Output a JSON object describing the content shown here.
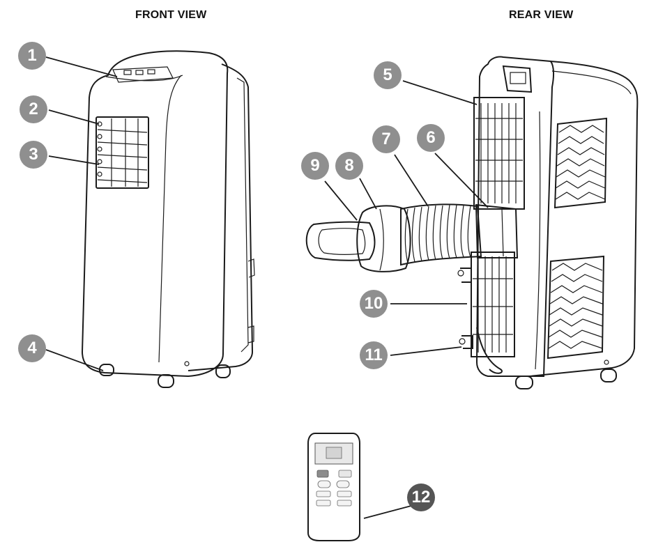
{
  "titles": {
    "front": "FRONT VIEW",
    "rear": "REAR VIEW"
  },
  "callouts": {
    "c1": "1",
    "c2": "2",
    "c3": "3",
    "c4": "4",
    "c5": "5",
    "c6": "6",
    "c7": "7",
    "c8": "8",
    "c9": "9",
    "c10": "10",
    "c11": "11",
    "c12": "12"
  },
  "colors": {
    "callout": "#8f8f8f",
    "callout_remote": "#555555",
    "line": "#1a1a1a"
  }
}
